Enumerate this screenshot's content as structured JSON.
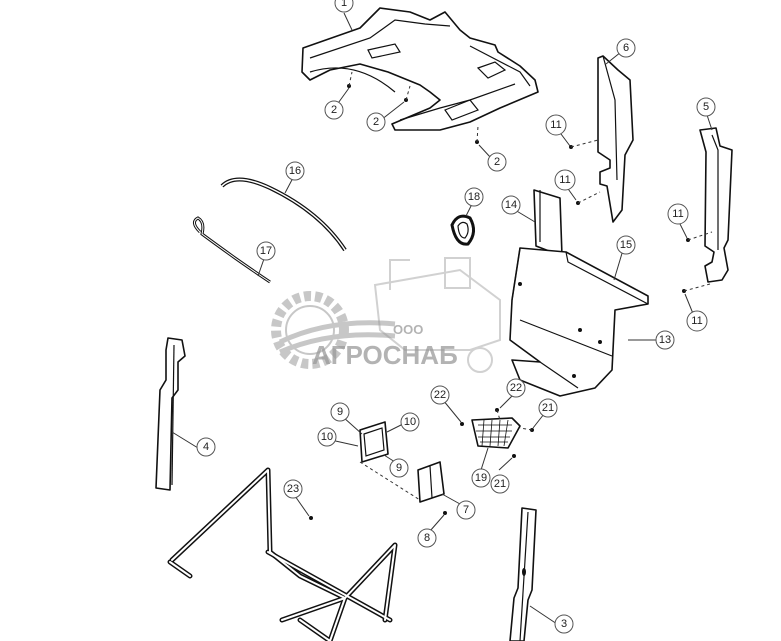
{
  "watermark": {
    "prefix": "ООО",
    "name": "АГРОСНАБ"
  },
  "callouts": [
    "1",
    "2",
    "2",
    "2",
    "6",
    "5",
    "11",
    "11",
    "11",
    "11",
    "16",
    "17",
    "18",
    "14",
    "15",
    "13",
    "22",
    "22",
    "21",
    "21",
    "19",
    "9",
    "10",
    "10",
    "9",
    "7",
    "8",
    "4",
    "23",
    "3"
  ]
}
